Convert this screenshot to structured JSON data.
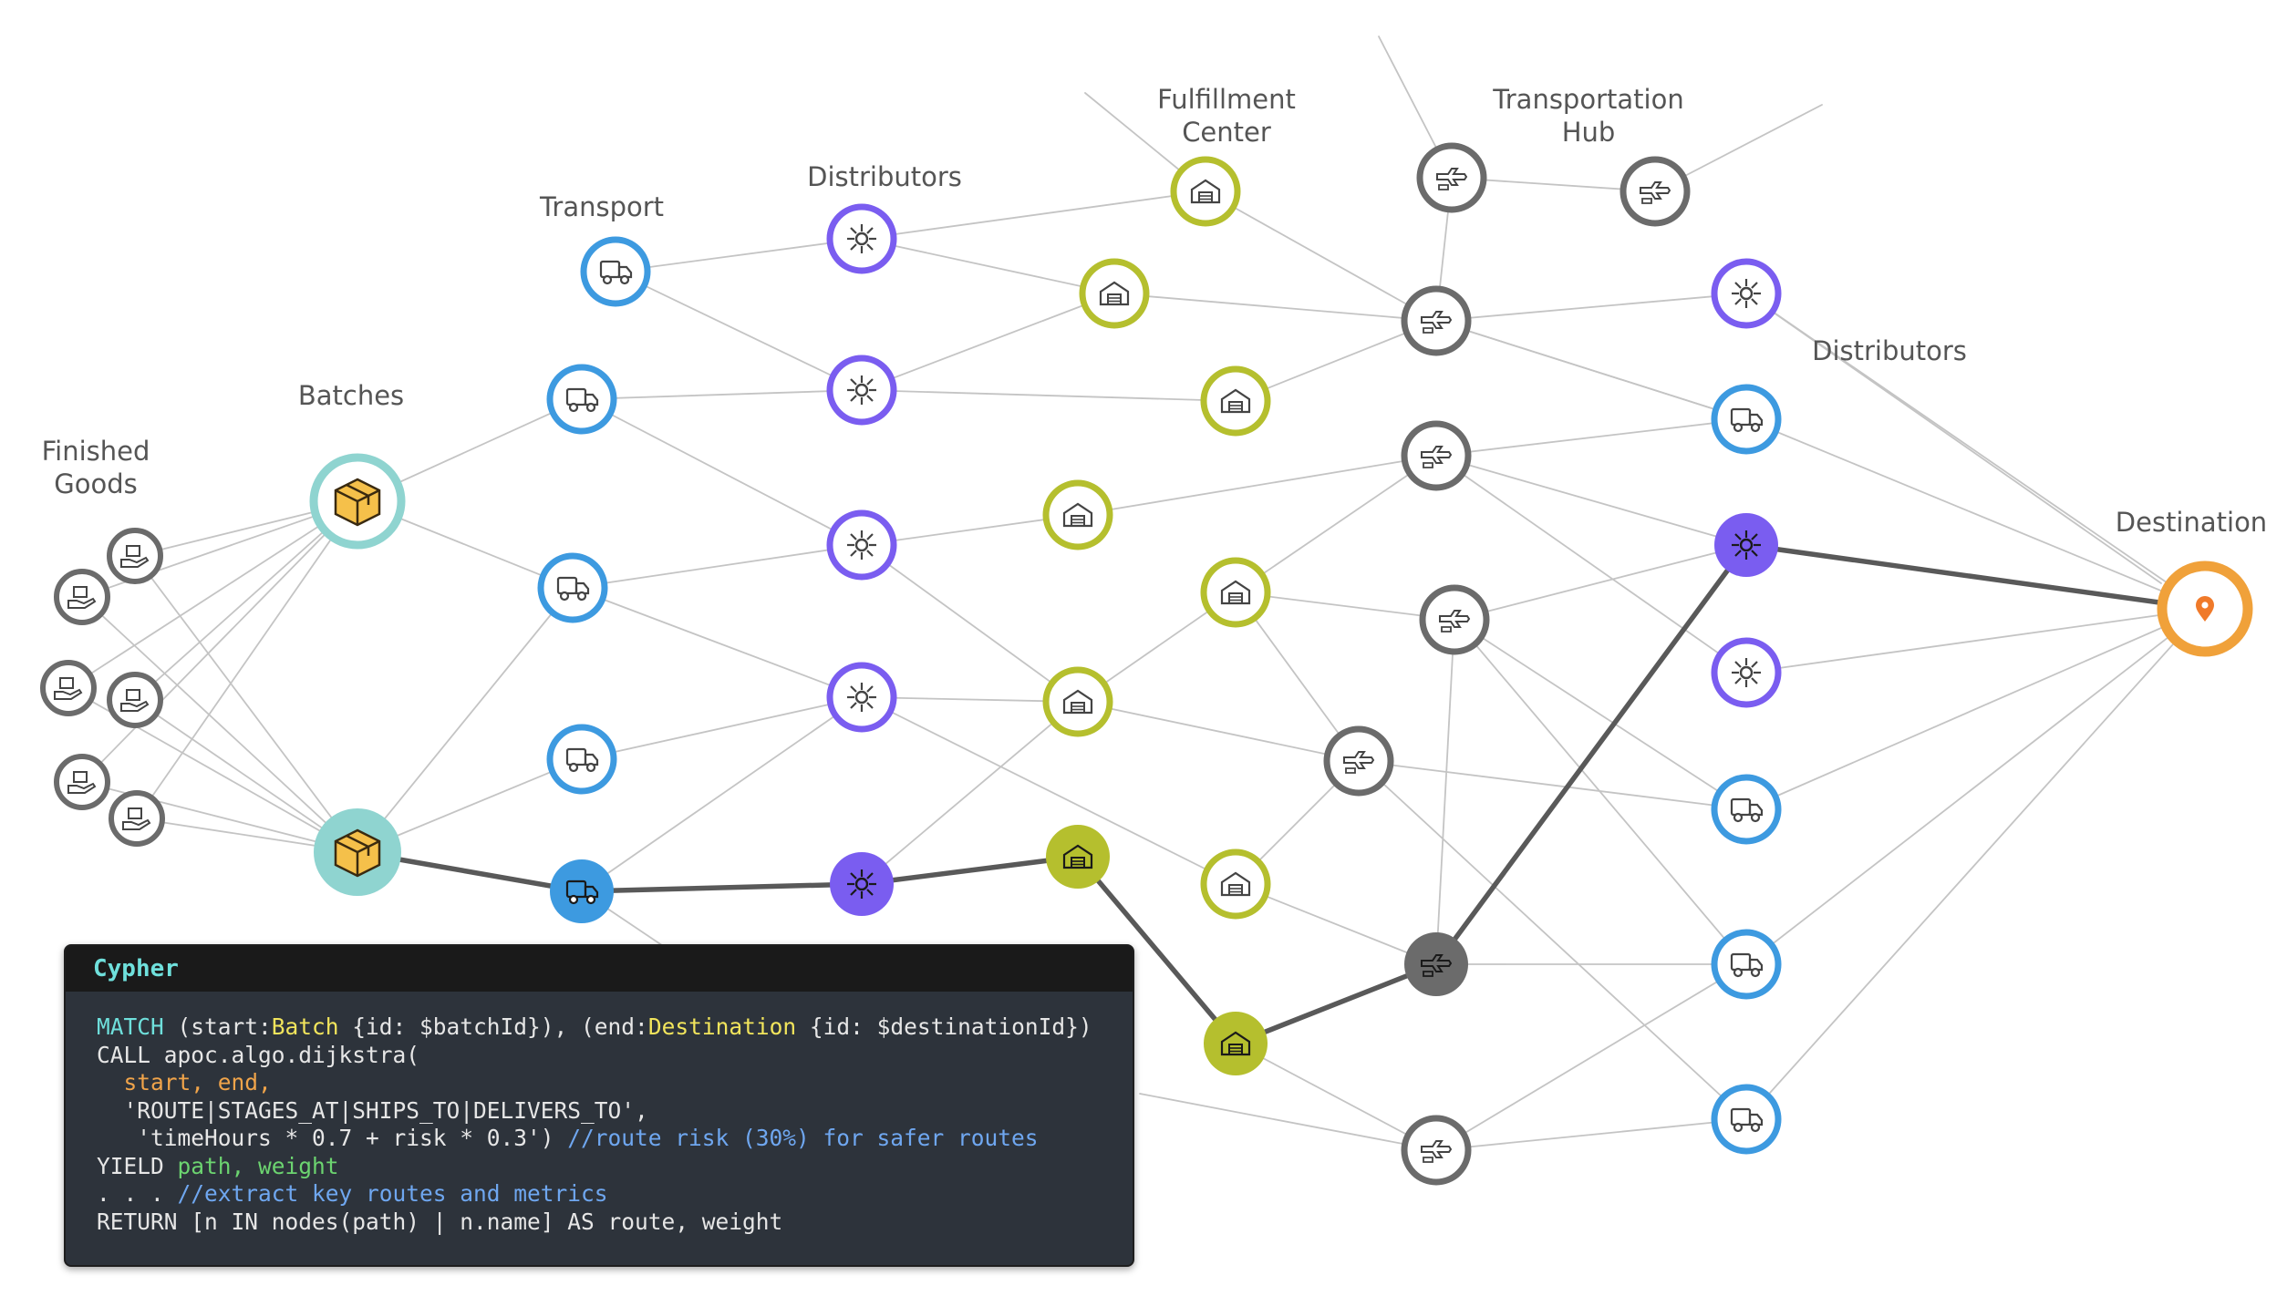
{
  "labels": {
    "finished_goods": [
      "Finished",
      "Goods"
    ],
    "batches": "Batches",
    "transport": "Transport",
    "distributors_left": "Distributors",
    "fulfillment": [
      "Fulfillment",
      "Center"
    ],
    "transportation_hub": [
      "Transportation",
      "Hub"
    ],
    "distributors_right": "Distributors",
    "destination": "Destination"
  },
  "colors": {
    "finished_goods": "#6b6b6b",
    "batch": "#8fd4d0",
    "transport": "#3d9ae0",
    "distributor": "#7a5df0",
    "fulfillment": "#b5bf2e",
    "hub": "#6b6b6b",
    "destination": "#f0a13a",
    "edge": "#c4c4c4",
    "highlight_edge": "#595959"
  },
  "icons": {
    "finished_goods": "hand-package-icon",
    "batch": "package-box-icon",
    "transport": "truck-icon",
    "distributor": "distributor-hub-icon",
    "fulfillment": "warehouse-icon",
    "hub": "hub-transfer-icon",
    "destination": "map-pin-icon"
  },
  "code": {
    "title": "Cypher",
    "lines": [
      [
        {
          "t": "MATCH",
          "c": "kw"
        },
        {
          "t": " (start:"
        },
        {
          "t": "Batch",
          "c": "lbl"
        },
        {
          "t": " {id: $batchId}), (end:"
        },
        {
          "t": "Destination",
          "c": "lbl"
        },
        {
          "t": " {id: $destinationId})"
        }
      ],
      [
        {
          "t": "CALL apoc.algo.dijkstra("
        }
      ],
      [
        {
          "t": "  "
        },
        {
          "t": "start, end,",
          "c": "var"
        }
      ],
      [
        {
          "t": "  'ROUTE|STAGES_AT|SHIPS_TO|DELIVERS_TO',"
        }
      ],
      [
        {
          "t": "   'timeHours * 0.7 + risk * 0.3')"
        },
        {
          "t": " //route risk (30%) for safer routes",
          "c": "cmt"
        }
      ],
      [
        {
          "t": "YIELD "
        },
        {
          "t": "path, weight",
          "c": "grn"
        }
      ],
      [
        {
          "t": ". . . "
        },
        {
          "t": "//extract key routes and metrics",
          "c": "cmt"
        }
      ],
      [
        {
          "t": "RETURN [n IN nodes(path) | n.name] AS route, weight"
        }
      ]
    ]
  }
}
